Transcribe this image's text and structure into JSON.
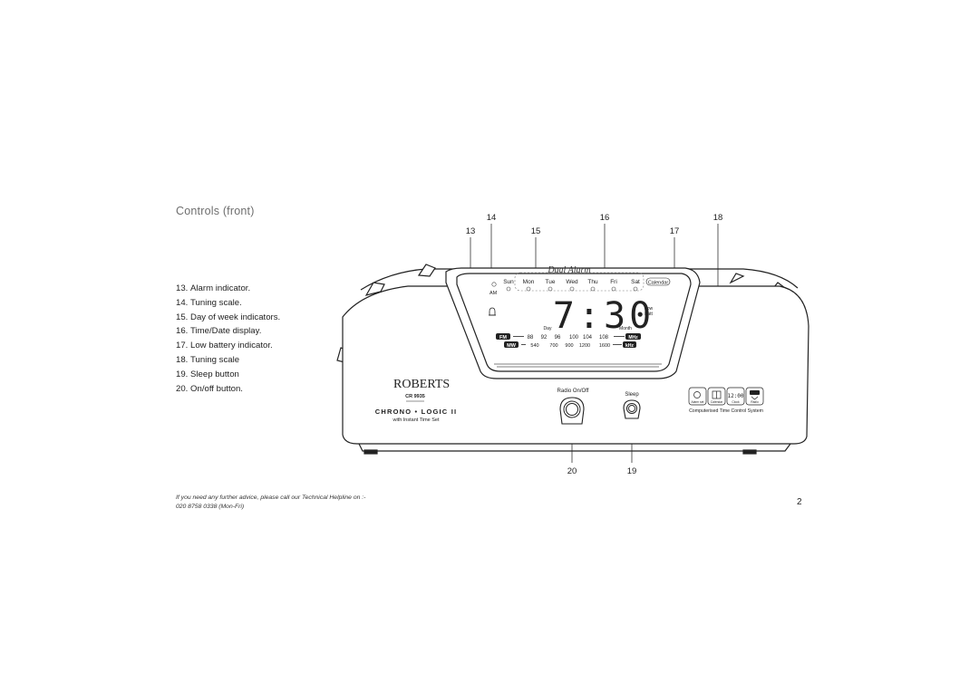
{
  "heading": "Controls (front)",
  "controls": [
    {
      "num": "13.",
      "label": "Alarm indicator."
    },
    {
      "num": "14.",
      "label": "Tuning scale."
    },
    {
      "num": "15.",
      "label": "Day of week indicators."
    },
    {
      "num": "16.",
      "label": "Time/Date display."
    },
    {
      "num": "17.",
      "label": "Low battery indicator."
    },
    {
      "num": "18.",
      "label": "Tuning scale"
    },
    {
      "num": "19.",
      "label": "Sleep button"
    },
    {
      "num": "20.",
      "label": "On/off button."
    }
  ],
  "callouts": {
    "c13": "13",
    "c14": "14",
    "c15": "15",
    "c16": "16",
    "c17": "17",
    "c18": "18",
    "c19": "19",
    "c20": "20"
  },
  "radio": {
    "brand": "ROBERTS",
    "model": "CR 9935",
    "series_logo": "CHRONO • LOGIC II",
    "series_sub": "with Instant Time Set",
    "dual_alarm": "Dual Alarm",
    "am": "AM",
    "days": [
      "Sun",
      "Mon",
      "Tue",
      "Wed",
      "Thu",
      "Fri",
      "Sat"
    ],
    "calendar": "Calendar",
    "time": "7:30",
    "low_batt": [
      "Low",
      "Batt"
    ],
    "day_label": "Day",
    "month_label": "Month",
    "fm_badge": "FM",
    "fm_scale": [
      "88",
      "92",
      "96",
      "100",
      "104",
      "108"
    ],
    "fm_unit": "MHz",
    "mw_badge": "MW",
    "mw_scale": [
      "540",
      "700",
      "900",
      "1200",
      "1600"
    ],
    "mw_unit": "kHz",
    "radio_onoff": "Radio On/Off",
    "sleep": "Sleep",
    "ctc_label": "Computerised Time Control System",
    "ctc_icons": [
      "Alarm set",
      "Calendar",
      "Clock",
      "Radio"
    ]
  },
  "footer": {
    "line1": "If you need any further advice, please call our Technical Helpline on :-",
    "line2": "020 8758 0338 (Mon-Fri)"
  },
  "page_number": "2"
}
